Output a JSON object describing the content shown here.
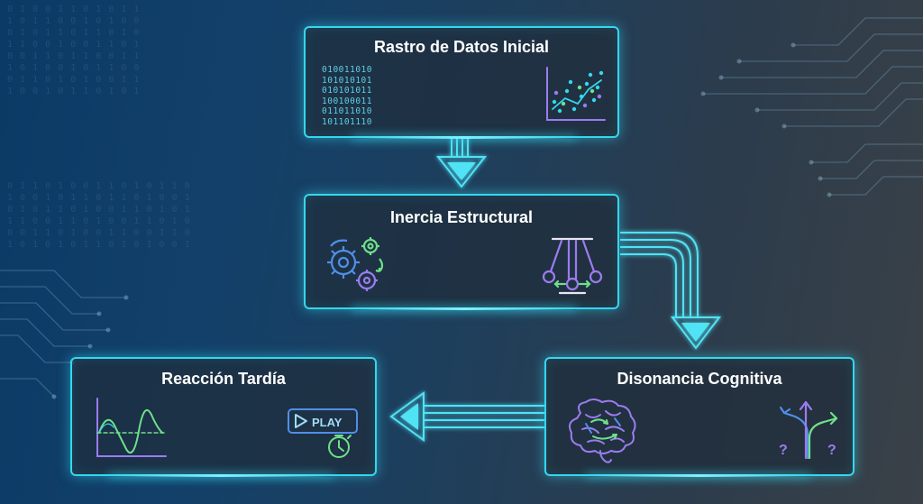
{
  "nodes": {
    "initial_data": {
      "title": "Rastro de Datos Inicial",
      "binary": "010011010\n101010101\n010101011\n100100011\n011011010\n101101110"
    },
    "structural_inertia": {
      "title": "Inercia Estructural"
    },
    "cognitive_dissonance": {
      "title": "Disonancia Cognitiva"
    },
    "late_reaction": {
      "title": "Reacción Tardía",
      "play_label": "PLAY"
    }
  },
  "background": {
    "binary_left": "0 1 0 0 1 1 0 1 0 1 1\n1 0 1 1 0 0 1 0 1 0 0\n0 1 0 1 1 0 1 1 0 1 0\n1 1 0 0 1 0 0 1 1 0 1\n0 0 1 1 0 1 1 0 0 1 1\n1 0 1 0 0 1 0 1 1 0 0\n0 1 1 0 1 0 1 0 0 1 1\n1 0 0 1 0 1 1 0 1 0 1",
    "binary_mid": "0 1 1 0 1 0 0 1 1 0 1 0 1 1 0\n1 0 0 1 0 1 1 0 1 1 0 1 0 0 1\n0 1 0 1 1 0 1 0 0 1 1 0 1 0 1\n1 1 0 0 1 1 0 1 0 0 1 1 0 1 0\n0 0 1 1 0 1 0 0 1 1 0 0 1 1 0\n1 0 1 0 1 0 1 1 0 1 0 1 0 0 1"
  },
  "colors": {
    "accent": "#34d7ee",
    "green": "#6fe08a",
    "purple": "#9b7cf0",
    "blue": "#4f8fe8"
  }
}
